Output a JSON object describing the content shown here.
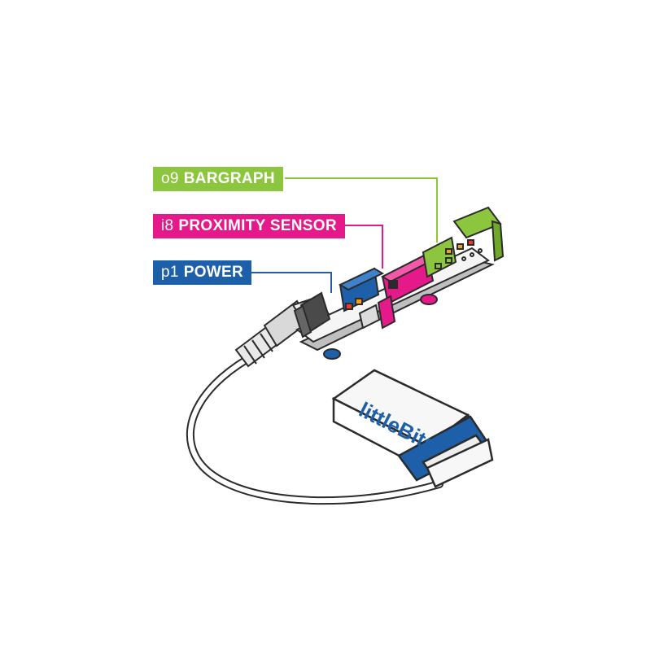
{
  "colors": {
    "bargraph": "#8cc63f",
    "proximity": "#e5198a",
    "power": "#1d5fa8",
    "outline": "#2b2b2b"
  },
  "callouts": {
    "bargraph": {
      "code": "o9",
      "name": "BARGRAPH"
    },
    "proximity": {
      "code": "i8",
      "name": "PROXIMITY SENSOR"
    },
    "power": {
      "code": "p1",
      "name": "POWER"
    }
  },
  "battery": {
    "brand": "littleBits"
  },
  "icons": [
    "power-module-icon",
    "proximity-sensor-module-icon",
    "bargraph-module-icon",
    "battery-9v-icon",
    "cable-icon"
  ]
}
